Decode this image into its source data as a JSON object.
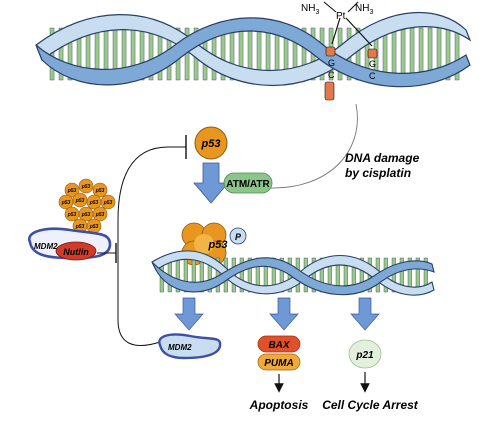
{
  "labels": {
    "pt": "Pt",
    "nh3_left": "NH",
    "nh3_right": "NH",
    "subscript3": "3",
    "g_left": "G",
    "c_left": "C",
    "g_right": "G",
    "c_right": "C",
    "dna_damage_line1": "DNA damage",
    "dna_damage_line2": "by cisplatin",
    "p53": "p53",
    "atm_atr": "ATM/ATR",
    "p53_cluster": "p53",
    "phospho": "P",
    "mdm2_complex": "MDM2",
    "nutlin": "Nutlin",
    "mdm2_product": "MDM2",
    "bax": "BAX",
    "puma": "PUMA",
    "p21": "p21",
    "apoptosis": "Apoptosis",
    "cell_cycle_arrest": "Cell Cycle Arrest"
  },
  "colors": {
    "strand_dark": "#7ea9d6",
    "strand_light": "#c9ddf0",
    "strand_stroke": "#2a3f66",
    "rung": "#9bc98a",
    "rung_light": "#e6f2dc",
    "p53_orange": "#e8961f",
    "atm_green": "#8cc58a",
    "arrow_blue": "#6e98d6",
    "bax_red": "#e0502a",
    "puma_orange": "#f0a93a",
    "p21_green": "#e4f0dd",
    "mdm2_blue": "#3f4fa8",
    "nutlin_red": "#d23a2a",
    "cisplatin_orange": "#e1794a"
  }
}
